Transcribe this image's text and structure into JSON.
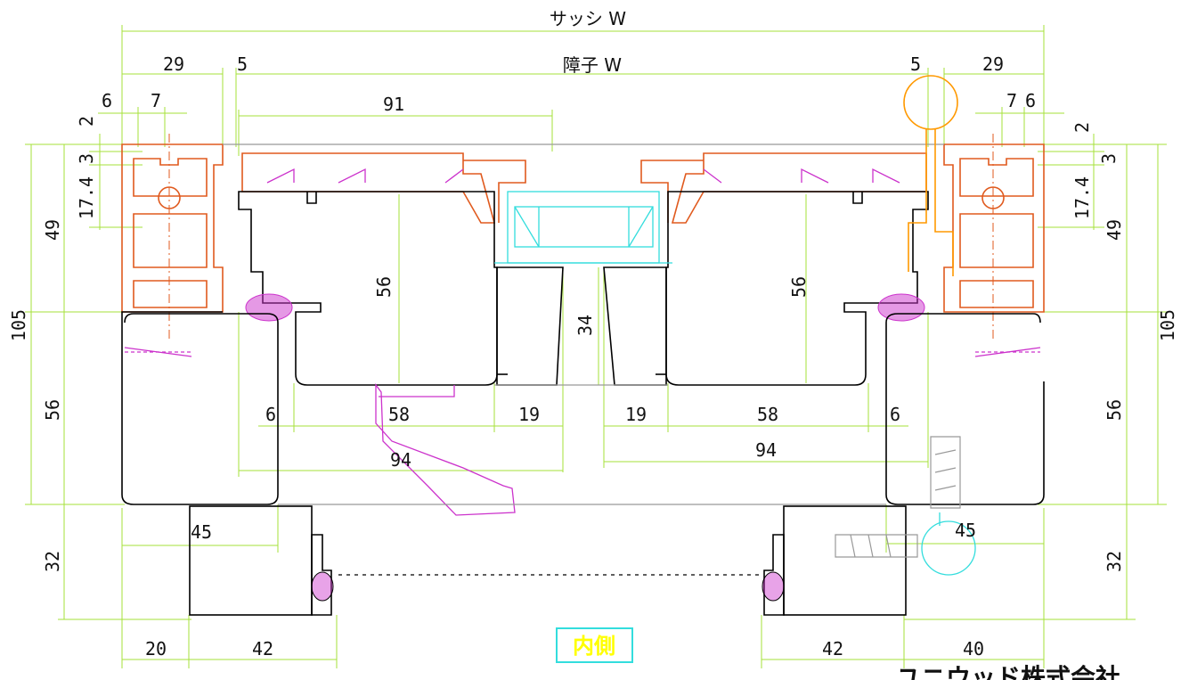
{
  "labels": {
    "sash_width": "サッシ W",
    "shoji_width": "障子 W",
    "inside": "内側",
    "company": "ユニウッド株式会社"
  },
  "dims_top": {
    "left_29": "29",
    "left_5": "5",
    "right_5": "5",
    "right_29": "29",
    "left_6": "6",
    "left_7": "7",
    "right_7": "7",
    "right_6": "6",
    "d91": "91"
  },
  "dims_left": {
    "d2": "2",
    "d3": "3",
    "d17_4": "17.4",
    "d49": "49",
    "d105": "105",
    "d56": "56",
    "d32": "32"
  },
  "dims_right": {
    "d2": "2",
    "d3": "3",
    "d17_4": "17.4",
    "d49": "49",
    "d105": "105",
    "d56": "56",
    "d32": "32"
  },
  "dims_center": {
    "left_56": "56",
    "right_56": "56",
    "d34": "34",
    "left_6": "6",
    "right_6": "6",
    "left_58": "58",
    "left_19": "19",
    "right_19": "19",
    "right_58": "58",
    "left_94": "94",
    "right_94": "94",
    "left_45": "45",
    "right_45": "45"
  },
  "dims_bottom": {
    "d20": "20",
    "left_42": "42",
    "right_42": "42",
    "d40": "40"
  },
  "colors": {
    "dimension": "#a6e23a",
    "outline": "#000000",
    "aluminum": "#e05a1e",
    "gasket": "#cc33cc",
    "glass": "#33dddd",
    "hardware": "#ff9900",
    "inside_box": "#33dddd",
    "inside_text": "#ffff00"
  }
}
